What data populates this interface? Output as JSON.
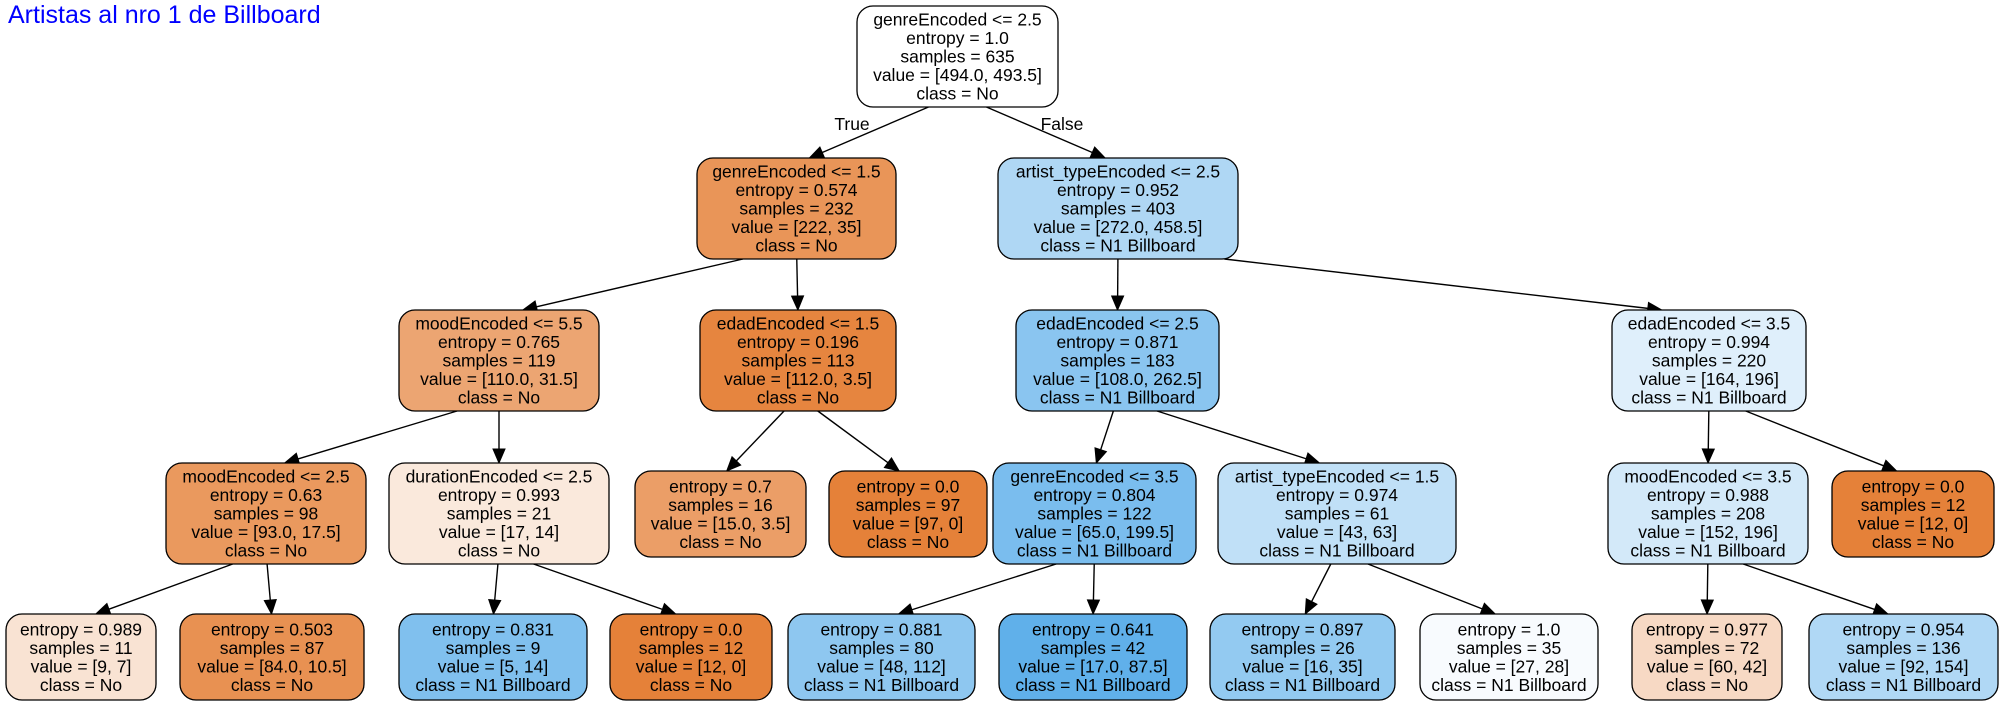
{
  "title": "Artistas al nro 1 de Billboard",
  "edge_labels": {
    "true_label": "True",
    "false_label": "False"
  },
  "colors": {
    "class_no": "#e58139",
    "class_n1": "#399de5",
    "title": "#0000ff"
  },
  "nodes": [
    {
      "id": "n0",
      "lines": [
        "genreEncoded <= 2.5",
        "entropy = 1.0",
        "samples = 635",
        "value = [494.0, 493.5]",
        "class = No"
      ],
      "fill": "#ffffff"
    },
    {
      "id": "n1",
      "lines": [
        "genreEncoded <= 1.5",
        "entropy = 0.574",
        "samples = 232",
        "value = [222, 35]",
        "class = No"
      ],
      "fill": "#e99558"
    },
    {
      "id": "n2",
      "lines": [
        "moodEncoded <= 5.5",
        "entropy = 0.765",
        "samples = 119",
        "value = [110.0, 31.5]",
        "class = No"
      ],
      "fill": "#eca572"
    },
    {
      "id": "n3",
      "lines": [
        "moodEncoded <= 2.5",
        "entropy = 0.63",
        "samples = 98",
        "value = [93.0, 17.5]",
        "class = No"
      ],
      "fill": "#ea995e"
    },
    {
      "id": "n4",
      "lines": [
        "entropy = 0.989",
        "samples = 11",
        "value = [9, 7]",
        "class = No"
      ],
      "fill": "#f9e3d3"
    },
    {
      "id": "n5",
      "lines": [
        "entropy = 0.503",
        "samples = 87",
        "value = [84.0, 10.5]",
        "class = No"
      ],
      "fill": "#e89152"
    },
    {
      "id": "n6",
      "lines": [
        "durationEncoded <= 2.5",
        "entropy = 0.993",
        "samples = 21",
        "value = [17, 14]",
        "class = No"
      ],
      "fill": "#fae9dc"
    },
    {
      "id": "n7",
      "lines": [
        "entropy = 0.831",
        "samples = 9",
        "value = [5, 14]",
        "class = N1 Billboard"
      ],
      "fill": "#80c0ee"
    },
    {
      "id": "n8",
      "lines": [
        "entropy = 0.0",
        "samples = 12",
        "value = [12, 0]",
        "class = No"
      ],
      "fill": "#e58139"
    },
    {
      "id": "n9",
      "lines": [
        "edadEncoded <= 1.5",
        "entropy = 0.196",
        "samples = 113",
        "value = [112.0, 3.5]",
        "class = No"
      ],
      "fill": "#e6853f"
    },
    {
      "id": "n10",
      "lines": [
        "entropy = 0.7",
        "samples = 16",
        "value = [15.0, 3.5]",
        "class = No"
      ],
      "fill": "#eb9e67"
    },
    {
      "id": "n11",
      "lines": [
        "entropy = 0.0",
        "samples = 97",
        "value = [97, 0]",
        "class = No"
      ],
      "fill": "#e58139"
    },
    {
      "id": "n12",
      "lines": [
        "artist_typeEncoded <= 2.5",
        "entropy = 0.952",
        "samples = 403",
        "value = [272.0, 458.5]",
        "class = N1 Billboard"
      ],
      "fill": "#afd7f4"
    },
    {
      "id": "n13",
      "lines": [
        "edadEncoded <= 2.5",
        "entropy = 0.871",
        "samples = 183",
        "value = [108.0, 262.5]",
        "class = N1 Billboard"
      ],
      "fill": "#8ac5f0"
    },
    {
      "id": "n14",
      "lines": [
        "genreEncoded <= 3.5",
        "entropy = 0.804",
        "samples = 122",
        "value = [65.0, 199.5]",
        "class = N1 Billboard"
      ],
      "fill": "#7abdee"
    },
    {
      "id": "n15",
      "lines": [
        "entropy = 0.881",
        "samples = 80",
        "value = [48, 112]",
        "class = N1 Billboard"
      ],
      "fill": "#8ec7f0"
    },
    {
      "id": "n16",
      "lines": [
        "entropy = 0.641",
        "samples = 42",
        "value = [17.0, 87.5]",
        "class = N1 Billboard"
      ],
      "fill": "#60b0ea"
    },
    {
      "id": "n17",
      "lines": [
        "artist_typeEncoded <= 1.5",
        "entropy = 0.974",
        "samples = 61",
        "value = [43, 63]",
        "class = N1 Billboard"
      ],
      "fill": "#c0e0f7"
    },
    {
      "id": "n18",
      "lines": [
        "entropy = 0.897",
        "samples = 26",
        "value = [16, 35]",
        "class = N1 Billboard"
      ],
      "fill": "#93caf1"
    },
    {
      "id": "n19",
      "lines": [
        "entropy = 1.0",
        "samples = 35",
        "value = [27, 28]",
        "class = N1 Billboard"
      ],
      "fill": "#f8fbfe"
    },
    {
      "id": "n20",
      "lines": [
        "edadEncoded <= 3.5",
        "entropy = 0.994",
        "samples = 220",
        "value = [164, 196]",
        "class = N1 Billboard"
      ],
      "fill": "#dfeffb"
    },
    {
      "id": "n21",
      "lines": [
        "moodEncoded <= 3.5",
        "entropy = 0.988",
        "samples = 208",
        "value = [152, 196]",
        "class = N1 Billboard"
      ],
      "fill": "#d3e9f9"
    },
    {
      "id": "n22",
      "lines": [
        "entropy = 0.977",
        "samples = 72",
        "value = [60, 42]",
        "class = No"
      ],
      "fill": "#f7d9c4"
    },
    {
      "id": "n23",
      "lines": [
        "entropy = 0.954",
        "samples = 136",
        "value = [92, 154]",
        "class = N1 Billboard"
      ],
      "fill": "#b0d8f5"
    },
    {
      "id": "n24",
      "lines": [
        "entropy = 0.0",
        "samples = 12",
        "value = [12, 0]",
        "class = No"
      ],
      "fill": "#e58139"
    }
  ],
  "edges": [
    [
      "n0",
      "n1"
    ],
    [
      "n0",
      "n12"
    ],
    [
      "n1",
      "n2"
    ],
    [
      "n1",
      "n9"
    ],
    [
      "n2",
      "n3"
    ],
    [
      "n2",
      "n6"
    ],
    [
      "n3",
      "n4"
    ],
    [
      "n3",
      "n5"
    ],
    [
      "n6",
      "n7"
    ],
    [
      "n6",
      "n8"
    ],
    [
      "n9",
      "n10"
    ],
    [
      "n9",
      "n11"
    ],
    [
      "n12",
      "n13"
    ],
    [
      "n12",
      "n20"
    ],
    [
      "n13",
      "n14"
    ],
    [
      "n13",
      "n17"
    ],
    [
      "n14",
      "n15"
    ],
    [
      "n14",
      "n16"
    ],
    [
      "n17",
      "n18"
    ],
    [
      "n17",
      "n19"
    ],
    [
      "n20",
      "n21"
    ],
    [
      "n20",
      "n24"
    ],
    [
      "n21",
      "n22"
    ],
    [
      "n21",
      "n23"
    ]
  ]
}
